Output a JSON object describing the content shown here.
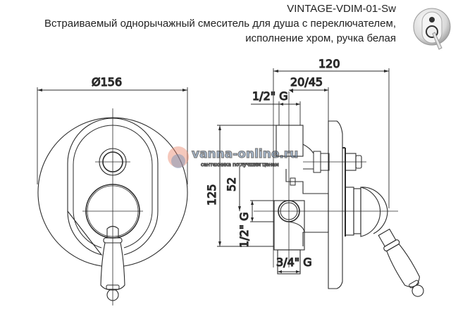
{
  "header": {
    "model": "VINTAGE-VDIM-01-Sw",
    "description_line1": "Встраиваемый однорычажный смеситель для душа с переключателем,",
    "description_line2": "исполнение хром, ручка белая"
  },
  "front_view": {
    "diameter_label": "Ø156"
  },
  "side_view": {
    "overall_depth_label": "120",
    "adjust_range_label": "20/45",
    "top_outlet_label": "1/2\" G",
    "height_total_label": "125",
    "height_partial_label": "52",
    "side_outlet_label": "1/2\" G",
    "bottom_inlet_label": "3/4\" G"
  },
  "watermark": {
    "brand": "vanna-online.ru",
    "tagline": "сантехника по лучшим ценам",
    "colors": {
      "blue": "#6f8fb5",
      "orange": "#e8866a"
    }
  },
  "thumbnail": {
    "icon": "product-photo-icon"
  }
}
